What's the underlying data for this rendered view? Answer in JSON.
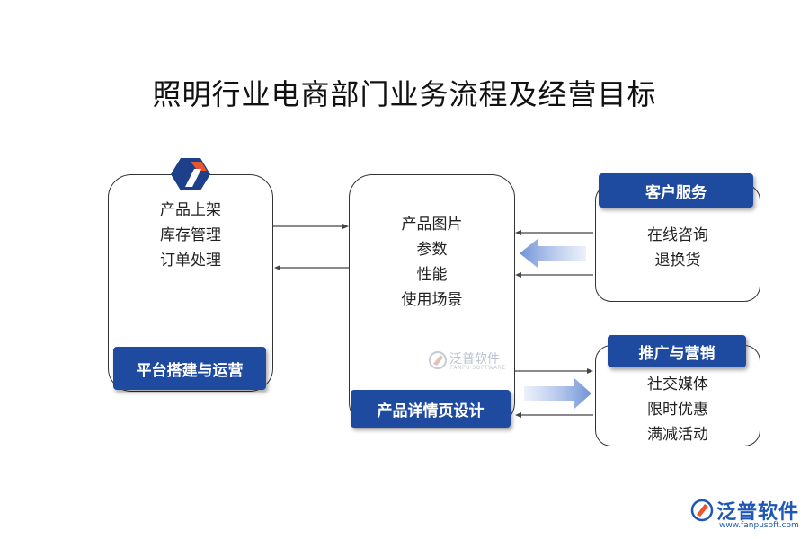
{
  "title": "照明行业电商部门业务流程及经营目标",
  "platform": {
    "label": "平台搭建与运营",
    "items": [
      "产品上架",
      "库存管理",
      "订单处理"
    ]
  },
  "detail_page": {
    "label": "产品详情页设计",
    "items": [
      "产品图片",
      "参数",
      "性能",
      "使用场景"
    ]
  },
  "customer_service": {
    "label": "客户服务",
    "items": [
      "在线咨询",
      "退换货"
    ]
  },
  "marketing": {
    "label": "推广与营销",
    "items": [
      "社交媒体",
      "限时优惠",
      "满减活动"
    ]
  },
  "watermark": {
    "name": "泛普软件",
    "sub": "FANPU SOFTWARE"
  },
  "brand": {
    "name": "泛普软件",
    "url": "www.fanpusoft.com"
  },
  "colors": {
    "label_bg": "#1e4ba0",
    "arrow_fill": "#9db4e4",
    "brand": "#1e57b4"
  }
}
